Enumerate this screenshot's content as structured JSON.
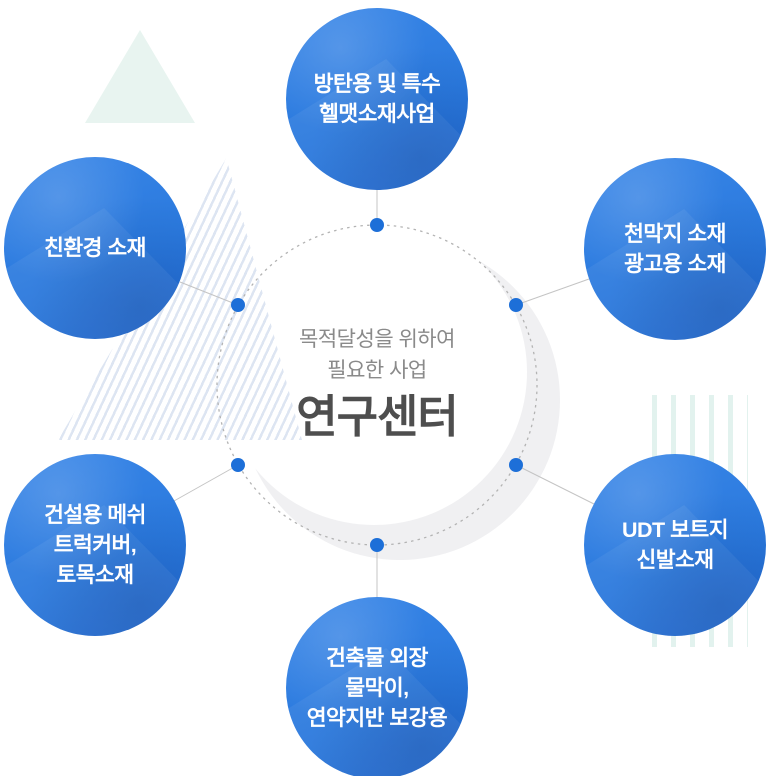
{
  "center": {
    "subtitle_lines": [
      "목적달성을 위하여",
      "필요한 사업"
    ],
    "title": "연구센터"
  },
  "nodes": [
    {
      "id": "helmet-materials",
      "position": "top",
      "lines": [
        "방탄용 및 특수",
        "헬맷소재사업"
      ]
    },
    {
      "id": "eco-friendly-materials",
      "position": "upper-left",
      "lines": [
        "친환경 소재"
      ]
    },
    {
      "id": "tent-ad-materials",
      "position": "upper-right",
      "lines": [
        "천막지 소재",
        "광고용 소재"
      ]
    },
    {
      "id": "construction-materials",
      "position": "lower-left",
      "lines": [
        "건설용 메쉬",
        "트럭커버,",
        "토목소재"
      ]
    },
    {
      "id": "udt-shoe-materials",
      "position": "lower-right",
      "lines": [
        "UDT 보트지",
        "신발소재"
      ]
    },
    {
      "id": "building-materials",
      "position": "bottom",
      "lines": [
        "건축물 외장",
        "물막이,",
        "연약지반 보강용"
      ]
    }
  ],
  "colors": {
    "node_blue": "#2e7de0",
    "dot_blue": "#1d6fd8",
    "title_gray": "#4e4e4e",
    "subtitle_gray": "#8a8a8a",
    "crescent_gray": "#f0f0f2",
    "hatch_stripe_blue": "#dde5f2",
    "mint_triangle": "#e8f4f0",
    "right_stripe_teal": "#e2f2ee",
    "connector_gray": "#c4c4c4",
    "dashed_ring_gray": "#b3b3b3"
  }
}
